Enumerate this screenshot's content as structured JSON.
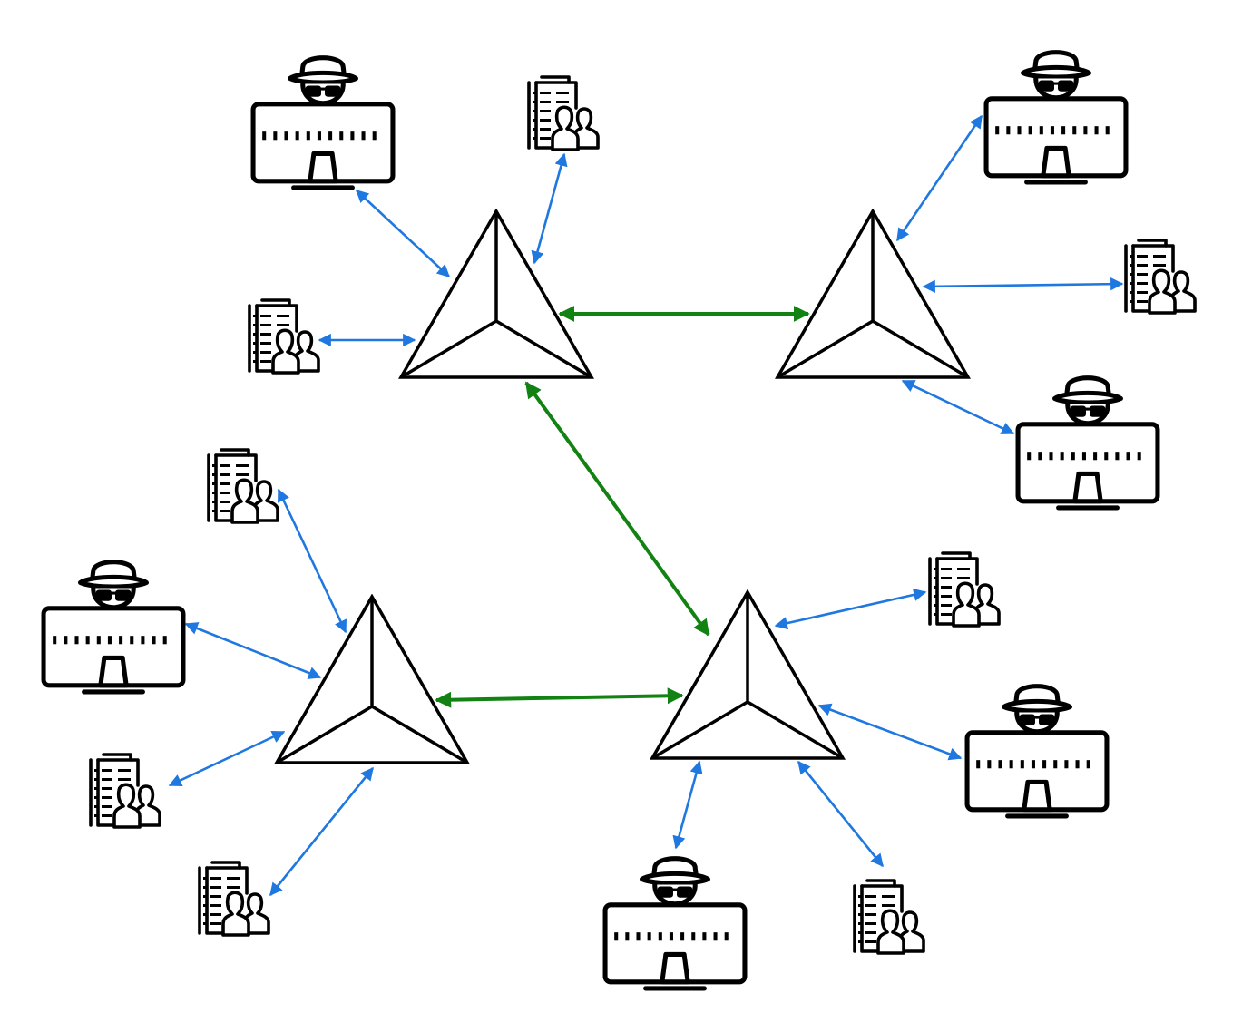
{
  "diagram": {
    "colors": {
      "background": "#ffffff",
      "stroke": "#000000",
      "hub_link": "#128212",
      "client_link": "#1f78e0"
    },
    "node_types": {
      "hub": "triangular-pyramid-icon",
      "hacker": "hacker-computer-icon",
      "organization": "office-building-people-icon"
    },
    "hubs": [
      "hub-1",
      "hub-2",
      "hub-3",
      "hub-4"
    ],
    "hub_links": [
      {
        "from": "hub-1",
        "to": "hub-2"
      },
      {
        "from": "hub-1",
        "to": "hub-4"
      },
      {
        "from": "hub-3",
        "to": "hub-4"
      }
    ],
    "clients": [
      {
        "type": "hacker",
        "hub": "hub-1"
      },
      {
        "type": "organization",
        "hub": "hub-1"
      },
      {
        "type": "organization",
        "hub": "hub-1"
      },
      {
        "type": "hacker",
        "hub": "hub-2"
      },
      {
        "type": "organization",
        "hub": "hub-2"
      },
      {
        "type": "hacker",
        "hub": "hub-2"
      },
      {
        "type": "organization",
        "hub": "hub-3"
      },
      {
        "type": "hacker",
        "hub": "hub-3"
      },
      {
        "type": "organization",
        "hub": "hub-3"
      },
      {
        "type": "organization",
        "hub": "hub-3"
      },
      {
        "type": "organization",
        "hub": "hub-4"
      },
      {
        "type": "hacker",
        "hub": "hub-4"
      },
      {
        "type": "hacker",
        "hub": "hub-4"
      },
      {
        "type": "organization",
        "hub": "hub-4"
      }
    ]
  }
}
